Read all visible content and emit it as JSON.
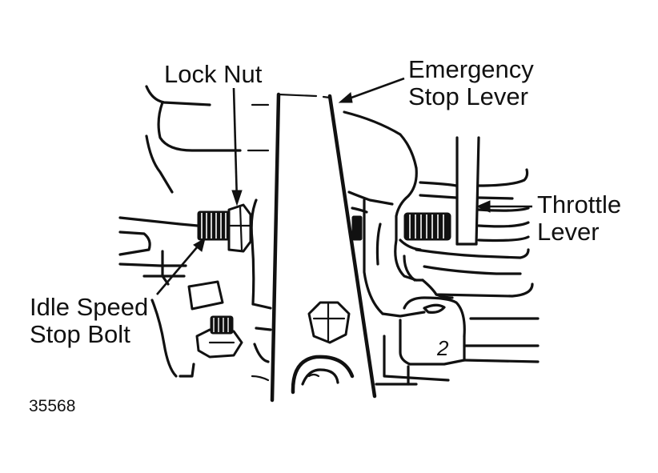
{
  "labels": {
    "lock_nut": "Lock Nut",
    "emergency_line1": "Emergency",
    "emergency_line2": "Stop Lever",
    "throttle_line1": "Throttle",
    "throttle_line2": "Lever",
    "idle_line1": "Idle Speed",
    "idle_line2": "Stop Bolt"
  },
  "figure_number": "35568",
  "casting_mark": "2"
}
